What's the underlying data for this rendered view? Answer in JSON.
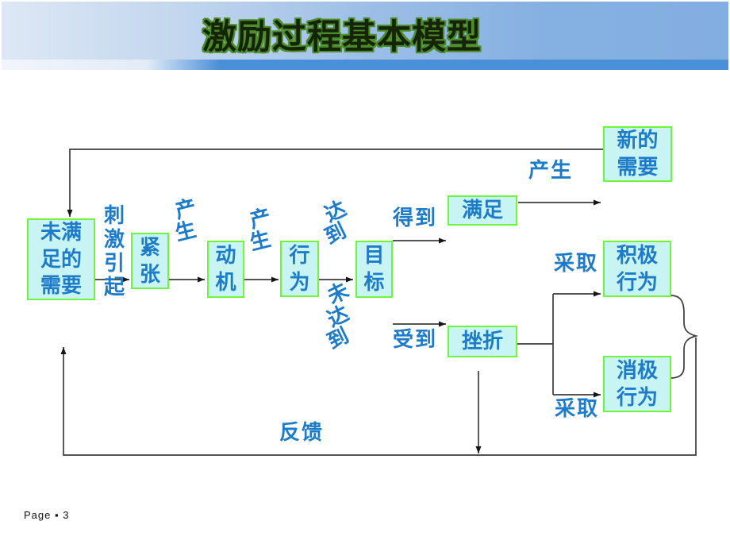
{
  "slide": {
    "title": "激励过程基本模型",
    "page_footer": "Page ▪ 3"
  },
  "diagram": {
    "boxes": {
      "unmet_need": "未满足的需要",
      "tension": "紧张",
      "motive": "动机",
      "behavior": "行为",
      "goal": "目标",
      "satisfaction": "满足",
      "new_need": "新的需要",
      "frustration": "挫折",
      "positive_behavior": "积极行为",
      "negative_behavior": "消极行为"
    },
    "edge_labels": {
      "stimulate": "刺激引起",
      "produce_1": "产生",
      "produce_2": "产生",
      "achieve": "达到",
      "gain": "得到",
      "produce_3": "产生",
      "not_achieve": "未达到",
      "suffer": "受到",
      "take_1": "采取",
      "take_2": "采取",
      "feedback": "反馈"
    },
    "colors": {
      "node_fill": "#c9f4f4",
      "node_border": "#6ef53c",
      "label_text": "#1e7bc8",
      "connector_line": "#3c3c3c",
      "title_fill": "#142405",
      "title_outline": "#4d8c2c",
      "banner_left": "#dde8f5",
      "banner_right": "#83aee1",
      "stripe_blue": "#4a8fd9"
    }
  }
}
